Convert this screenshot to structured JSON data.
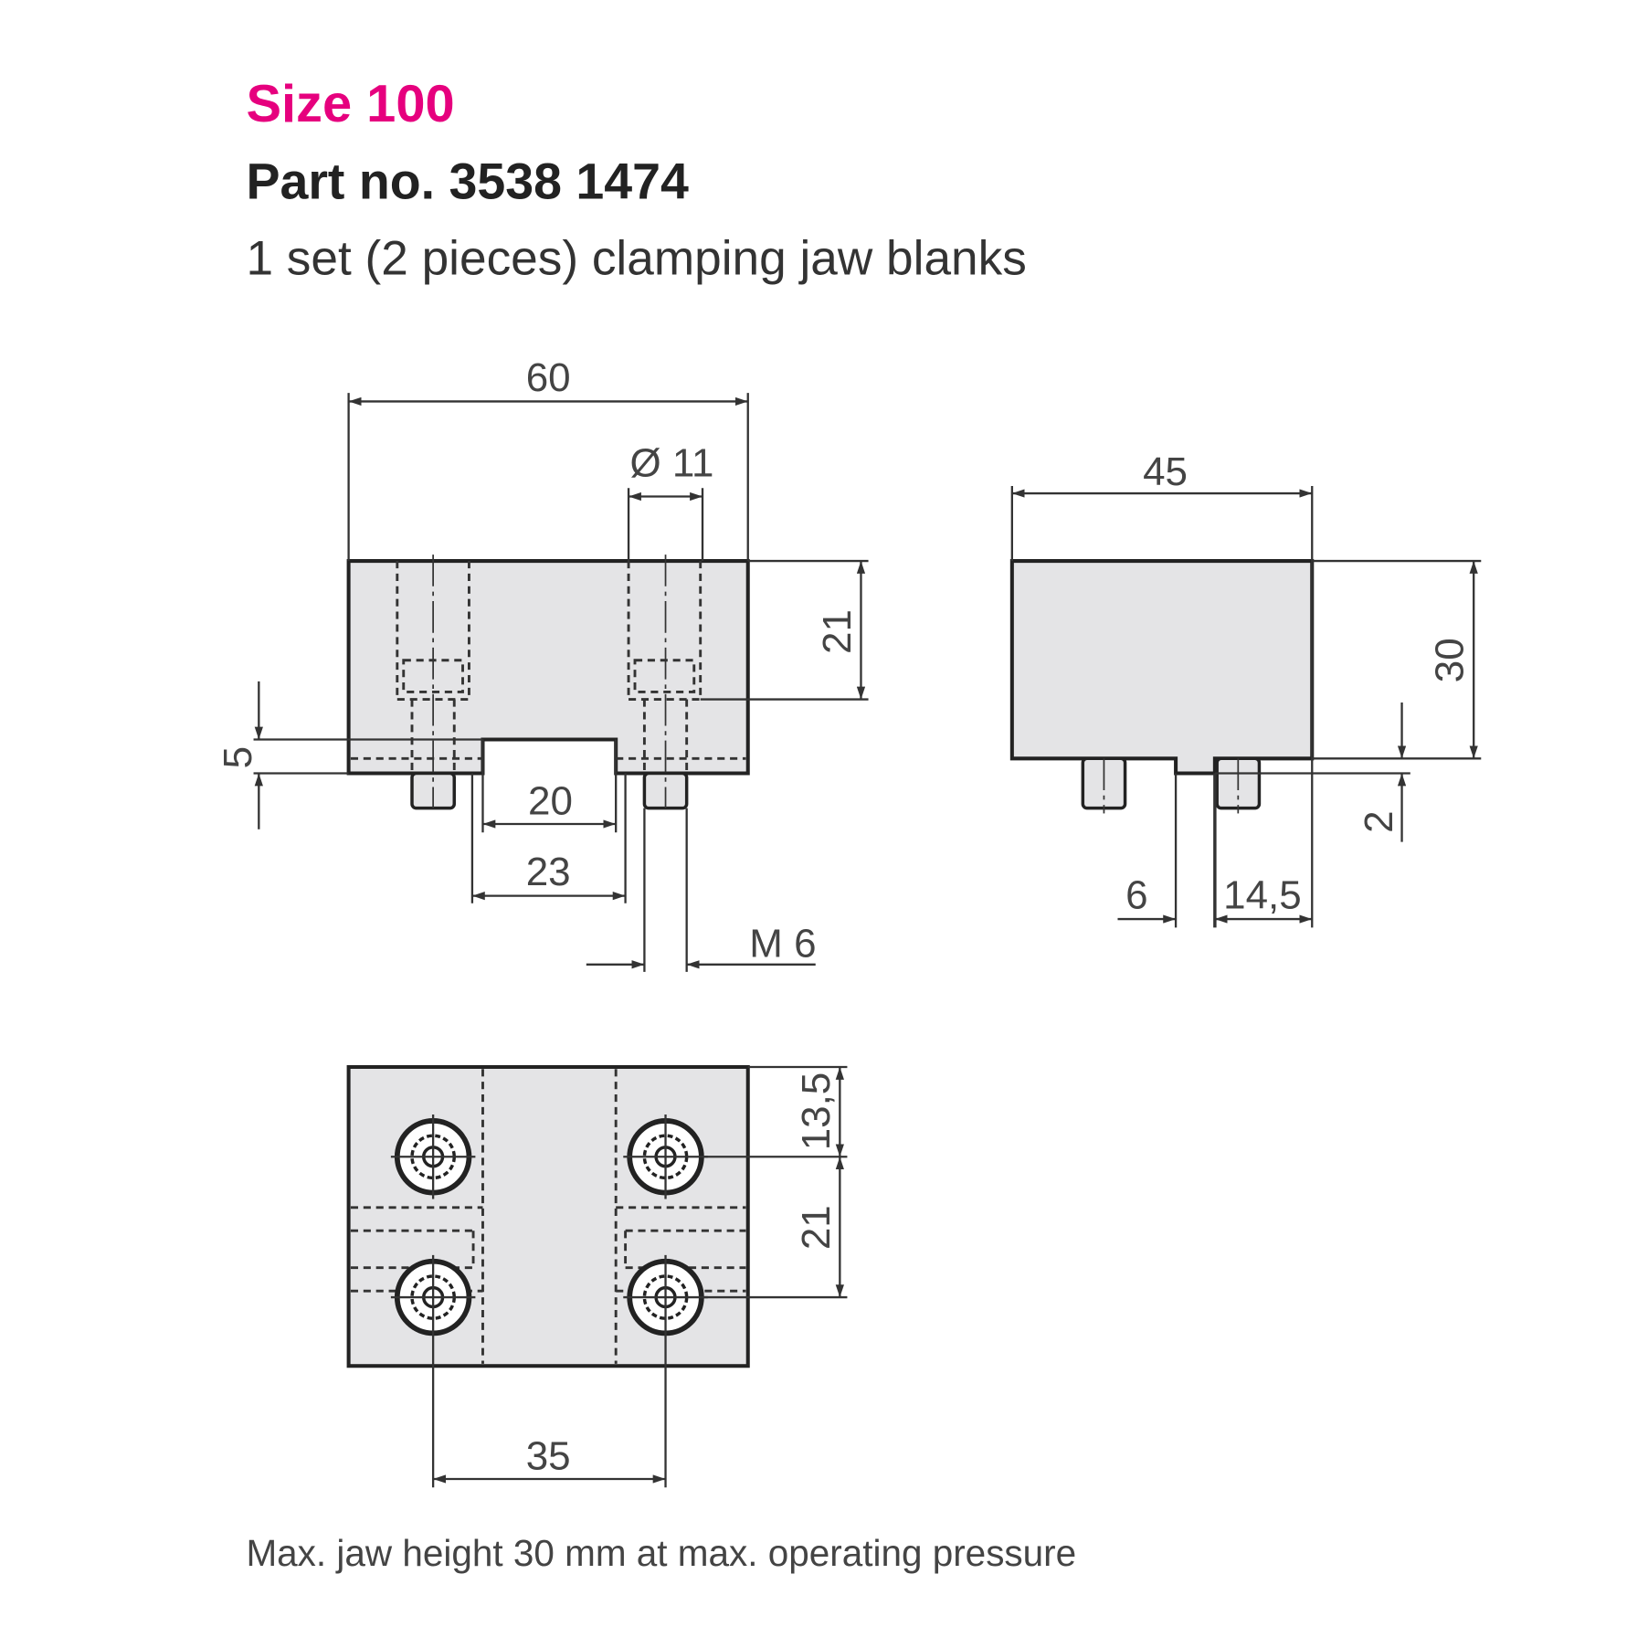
{
  "header": {
    "size": "Size 100",
    "part_no": "Part no. 3538 1474",
    "description": "1 set (2 pieces) clamping jaw blanks"
  },
  "front_view": {
    "width": "60",
    "bore_diameter": "Ø 11",
    "bore_depth": "21",
    "step_height": "5",
    "slot_inner": "20",
    "slot_outer": "23",
    "thread": "M 6"
  },
  "side_view": {
    "width": "45",
    "height": "30",
    "offset": "2",
    "slot_width": "6",
    "slot_distance": "14,5"
  },
  "top_view": {
    "edge_to_hole": "13,5",
    "hole_pitch_y": "21",
    "hole_pitch_x": "35"
  },
  "footer": {
    "note": "Max. jaw height 30 mm at max. operating pressure"
  },
  "colors": {
    "accent": "#e6007e",
    "part_fill": "#e4e4e6"
  }
}
